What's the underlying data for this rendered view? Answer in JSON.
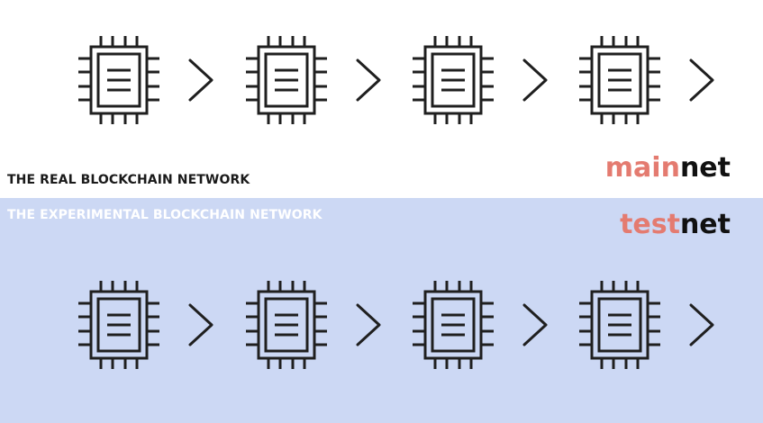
{
  "colors": {
    "stroke": "#1f1f1f",
    "accent": "#e47b70",
    "dark": "#111111",
    "testnet_background": "#ccd8f4",
    "mainnet_background": "#ffffff"
  },
  "mainnet": {
    "caption": "THE REAL BLOCKCHAIN NETWORK",
    "name_prefix": "main",
    "name_suffix": "net",
    "nodes": [
      "chip-icon",
      "chip-icon",
      "chip-icon",
      "chip-icon"
    ],
    "connector_icon": "chevron-right-icon"
  },
  "testnet": {
    "caption": "THE EXPERIMENTAL BLOCKCHAIN NETWORK",
    "name_prefix": "test",
    "name_suffix": "net",
    "nodes": [
      "chip-icon",
      "chip-icon",
      "chip-icon",
      "chip-icon"
    ],
    "connector_icon": "chevron-right-icon"
  }
}
